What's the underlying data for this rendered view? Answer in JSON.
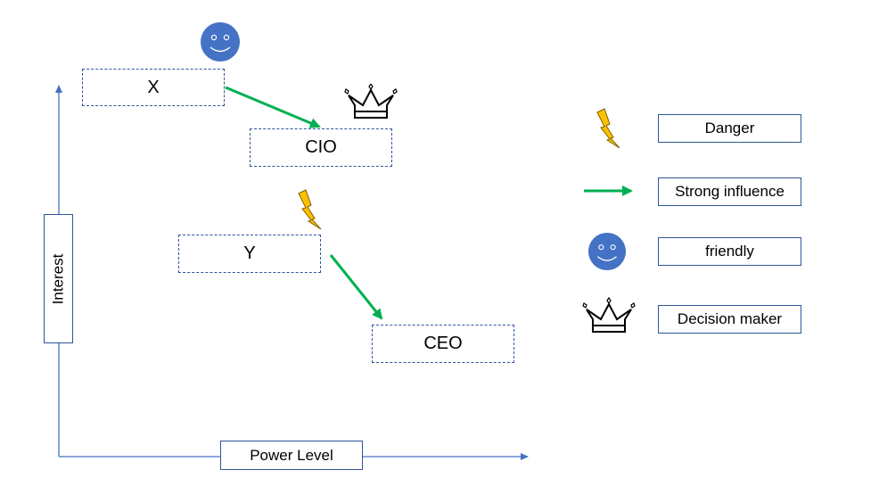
{
  "nodes": {
    "x": "X",
    "cio": "CIO",
    "y": "Y",
    "ceo": "CEO"
  },
  "axes": {
    "y_label": "Interest",
    "x_label": "Power Level"
  },
  "legend": {
    "danger": "Danger",
    "strong_influence": "Strong influence",
    "friendly": "friendly",
    "decision_maker": "Decision maker"
  },
  "colors": {
    "axis": "#4472c4",
    "box_border": "#2f5597",
    "arrow": "#00b050",
    "smiley": "#4472c4",
    "lightning": "#ffc000"
  },
  "icons": [
    "smiley-icon",
    "crown-icon",
    "lightning-icon",
    "green-arrow-icon"
  ]
}
